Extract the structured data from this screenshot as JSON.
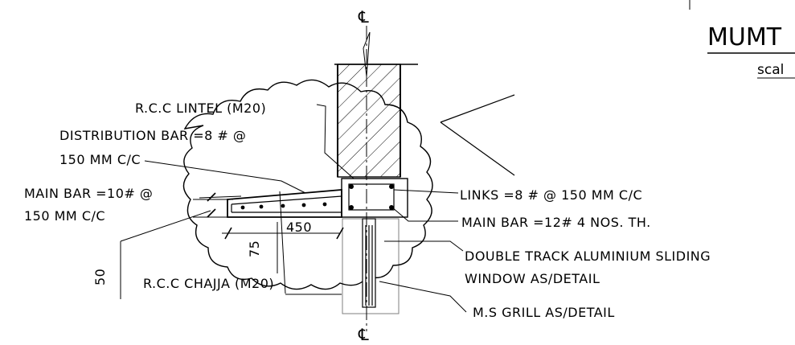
{
  "header": {
    "title": "MUMT",
    "subtitle": "scal"
  },
  "centerline": {
    "top_symbol": "℄",
    "bottom_symbol": "℄"
  },
  "labels": {
    "rcc_lintel": "R.C.C LINTEL (M20)",
    "distribution_bar_1": "DISTRIBUTION BAR =8 # @",
    "distribution_bar_2": "150 MM C/C",
    "main_bar_10_1": "MAIN BAR =10# @",
    "main_bar_10_2": "150 MM C/C",
    "links": "LINKS =8 # @ 150 MM C/C",
    "main_bar_12": "MAIN BAR =12# 4 NOS. TH.",
    "window_1": "DOUBLE TRACK ALUMINIUM SLIDING",
    "window_2": "WINDOW AS/DETAIL",
    "grill": "M.S GRILL AS/DETAIL",
    "rcc_chajja": "R.C.C CHAJJA (M20)"
  },
  "dimensions": {
    "chajja_width": "450",
    "chajja_edge": "75",
    "chajja_thickness": "50"
  }
}
